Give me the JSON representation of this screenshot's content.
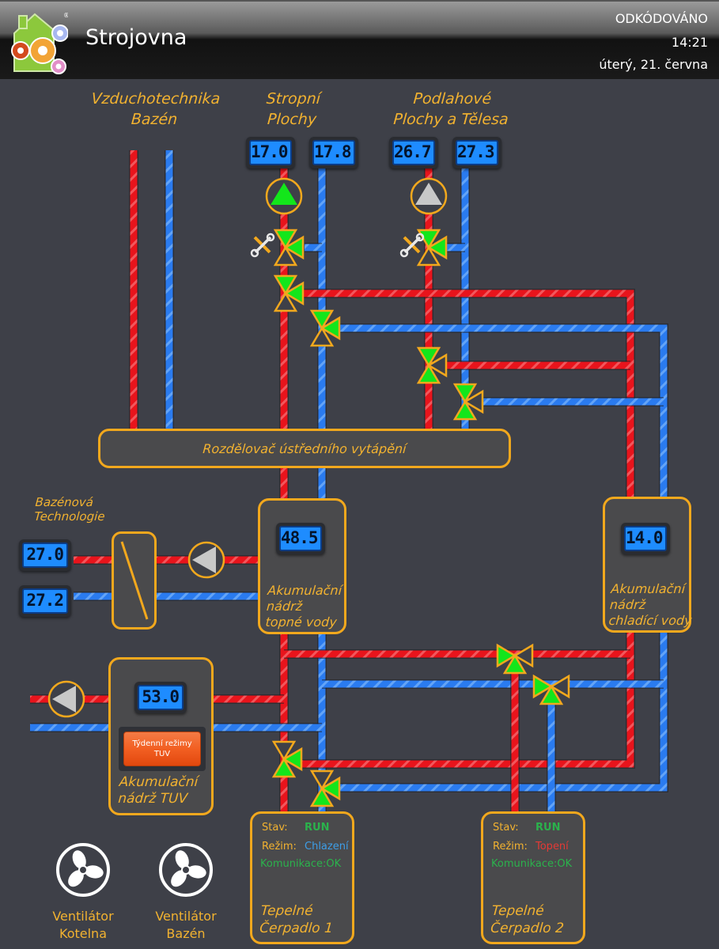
{
  "header": {
    "title": "Strojovna",
    "status": "ODKÓDOVÁNO",
    "time": "14:21",
    "date": "úterý, 21. června"
  },
  "colors": {
    "hot_pipe": "#e8141c",
    "cold_pipe": "#2a7bef",
    "accent_orange": "#f2a81d",
    "label_text": "#f2b230",
    "valve_open": "#13e61b",
    "lcd_background": "#1e8cff",
    "status_run": "#2bb24c",
    "mode_cooling": "#3d9ee8",
    "mode_heating": "#e53935",
    "background": "#3e4048"
  },
  "circuits": {
    "vzduchotechnika": {
      "line1": "Vzduchotechnika",
      "line2": "Bazén"
    },
    "stropni": {
      "line1": "Stropní",
      "line2": "Plochy",
      "supply_temp": "17.0",
      "return_temp": "17.8",
      "pump_state": "running"
    },
    "podlahove": {
      "line1": "Podlahové",
      "line2": "Plochy a Tělesa",
      "supply_temp": "26.7",
      "return_temp": "27.3",
      "pump_state": "stopped"
    }
  },
  "manifold": {
    "label": "Rozdělovač ústředního vytápění"
  },
  "pool": {
    "label_line1": "Bazénová",
    "label_line2": "Technologie",
    "supply_temp": "27.0",
    "return_temp": "27.2",
    "pump_state": "stopped"
  },
  "tank_heating": {
    "temp": "48.5",
    "line1": "Akumulační",
    "line2": "nádrž",
    "line3": "topné vody"
  },
  "tank_cooling": {
    "temp": "14.0",
    "line1": "Akumulační",
    "line2": "nádrž",
    "line3": "chladící vody"
  },
  "tank_tuv": {
    "temp": "53.0",
    "line1": "Akumulační",
    "line2": "nádrž TUV",
    "button_line1": "Týdenní režimy",
    "button_line2": "TUV",
    "pump_state": "stopped"
  },
  "heat_pumps": [
    {
      "stav_label": "Stav:",
      "stav_value": "RUN",
      "rezim_label": "Režim:",
      "rezim_value": "Chlazení",
      "komunikace": "Komunikace:OK",
      "line1": "Tepelné",
      "line2": "Čerpadlo 1"
    },
    {
      "stav_label": "Stav:",
      "stav_value": "RUN",
      "rezim_label": "Režim:",
      "rezim_value": "Topení",
      "komunikace": "Komunikace:OK",
      "line1": "Tepelné",
      "line2": "Čerpadlo 2"
    }
  ],
  "fans": [
    {
      "line1": "Ventilátor",
      "line2": "Kotelna",
      "icon": "fan-icon"
    },
    {
      "line1": "Ventilátor",
      "line2": "Bazén",
      "icon": "fan-icon"
    }
  ],
  "icons": {
    "logo": "house-gears-logo",
    "service": "wrench-screwdriver-icon",
    "pump": "pump-icon",
    "valve": "three-way-valve-icon",
    "exchanger": "heat-exchanger-icon"
  }
}
